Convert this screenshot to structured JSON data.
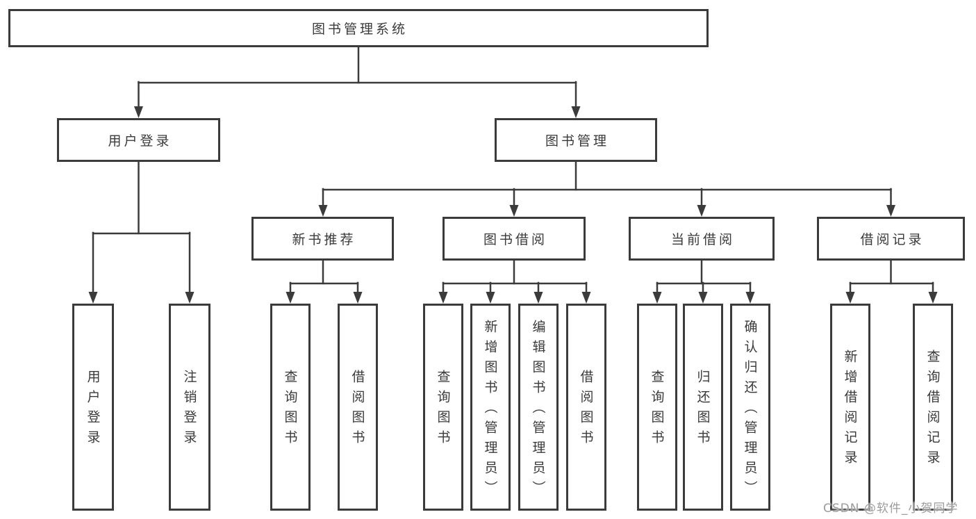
{
  "diagram_type": "hierarchy-tree",
  "root": {
    "label": "图书管理系统"
  },
  "groups": [
    {
      "parent": {
        "label": "用户登录"
      },
      "leaves": [
        {
          "label": "用户登录"
        },
        {
          "label": "注销登录"
        }
      ]
    },
    {
      "parent": {
        "label": "图书管理"
      },
      "subgroups": [
        {
          "parent": {
            "label": "新书推荐"
          },
          "leaves": [
            {
              "label": "查询图书"
            },
            {
              "label": "借阅图书"
            }
          ]
        },
        {
          "parent": {
            "label": "图书借阅"
          },
          "leaves": [
            {
              "label": "查询图书"
            },
            {
              "label": "新增图书（管理员）"
            },
            {
              "label": "编辑图书（管理员）"
            },
            {
              "label": "借阅图书"
            }
          ]
        },
        {
          "parent": {
            "label": "当前借阅"
          },
          "leaves": [
            {
              "label": "查询图书"
            },
            {
              "label": "归还图书"
            },
            {
              "label": "确认归还（管理员）"
            }
          ]
        },
        {
          "parent": {
            "label": "借阅记录"
          },
          "leaves": [
            {
              "label": "新增借阅记录"
            },
            {
              "label": "查询借阅记录"
            }
          ]
        }
      ]
    }
  ],
  "watermark": {
    "text": "CSDN @软件_小贺同学"
  },
  "colors": {
    "line": "#3b3b3b",
    "box_border": "#3b3b3b",
    "text": "#3a3a3a",
    "background": "#ffffff",
    "watermark": "#9b9b9b"
  }
}
